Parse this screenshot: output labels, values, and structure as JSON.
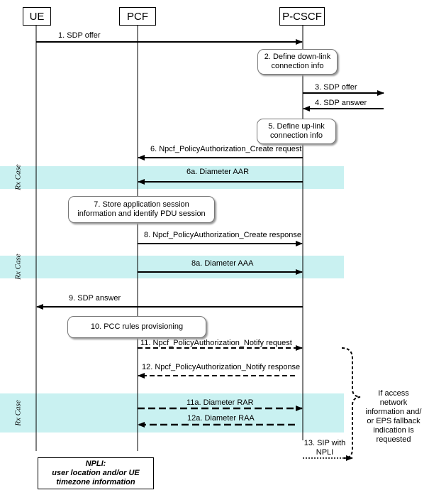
{
  "entities": {
    "ue": "UE",
    "pcf": "PCF",
    "pcscf": "P-CSCF"
  },
  "rx_case": "Rx Case",
  "messages": {
    "m1": "1. SDP offer",
    "m3": "3. SDP offer",
    "m4": "4. SDP answer",
    "m6": "6. Npcf_PolicyAuthorization_Create request",
    "m6a": "6a. Diameter AAR",
    "m8": "8. Npcf_PolicyAuthorization_Create response",
    "m8a": "8a. Diameter AAA",
    "m9": "9. SDP answer",
    "m11": "11. Npcf_PolicyAuthorization_Notify request",
    "m12": "12. Npcf_PolicyAuthorization_Notify response",
    "m11a": "11a. Diameter RAR",
    "m12a": "12a. Diameter RAA",
    "m13_line1": "13. SIP with",
    "m13_line2": "NPLI"
  },
  "actions": {
    "a2_line1": "2. Define down-link",
    "a2_line2": "connection info",
    "a5_line1": "5. Define up-link",
    "a5_line2": "connection info",
    "a7_line1": "7. Store application session",
    "a7_line2": "information and identify PDU session",
    "a10": "10. PCC rules provisioning"
  },
  "condition_note": {
    "line1": "If access",
    "line2": "network",
    "line3": "information and/",
    "line4": "or EPS fallback",
    "line5": "indication  is",
    "line6": "requested"
  },
  "npli_box": {
    "line1": "NPLI:",
    "line2": "user location and/or UE",
    "line3": "timezone information"
  }
}
